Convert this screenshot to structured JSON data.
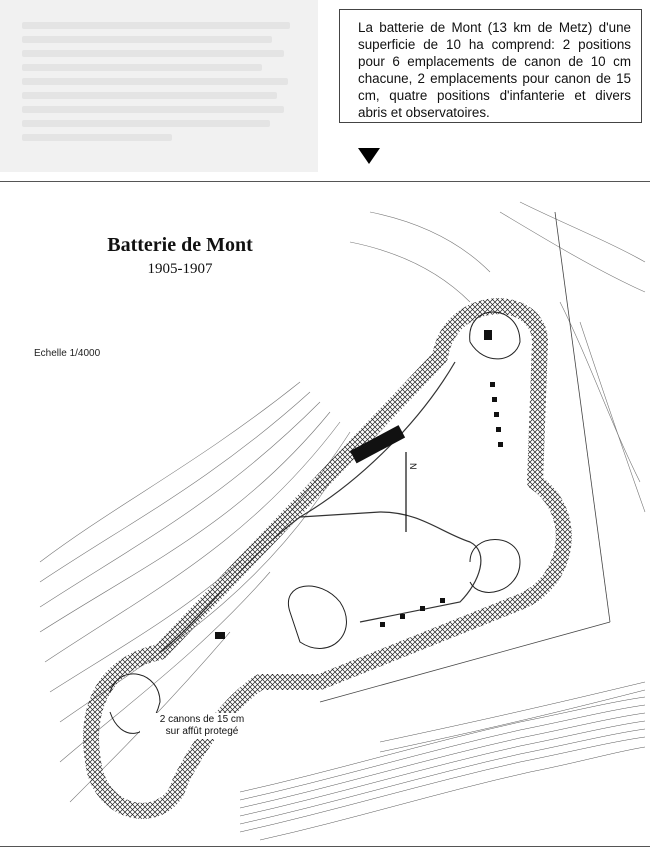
{
  "caption": {
    "text": "La batterie de Mont (13 km de Metz) d'une superficie de 10 ha comprend: 2 positions pour 6 emplacements de canon de 10 cm chacune, 2 emplacements pour canon de 15 cm, quatre positions d'infanterie et divers abris et observatoires."
  },
  "map": {
    "title": "Batterie de Mont",
    "years": "1905-1907",
    "scale": "Echelle 1/4000",
    "gun_label_line1": "2 canons de 15 cm",
    "gun_label_line2": "sur affût protegé",
    "north_marker": "N"
  }
}
